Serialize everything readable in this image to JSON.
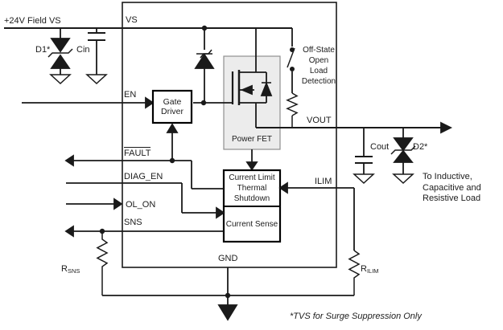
{
  "rail": {
    "label": "+24V Field VS"
  },
  "pins": {
    "vs": "VS",
    "en": "EN",
    "fault": "FAULT",
    "diag_en": "DIAG_EN",
    "ol_on": "OL_ON",
    "sns": "SNS",
    "gnd": "GND",
    "vout": "VOUT",
    "ilim": "ILIM"
  },
  "blocks": {
    "gate_driver": {
      "line1": "Gate",
      "line2": "Driver"
    },
    "power_fet": {
      "label": "Power FET"
    },
    "current_limit": {
      "line1": "Current Limit",
      "line2": "Thermal",
      "line3": "Shutdown"
    },
    "current_sense": {
      "label": "Current Sense"
    },
    "off_state": {
      "line1": "Off-State",
      "line2": "Open",
      "line3": "Load",
      "line4": "Detection"
    }
  },
  "components": {
    "d1": {
      "label": "D1*"
    },
    "cin": {
      "label": "Cin"
    },
    "cout": {
      "label": "Cout"
    },
    "d2": {
      "label": "D2*"
    },
    "r_sns": {
      "label": "R",
      "sub": "SNS"
    },
    "r_ilim": {
      "label": "R",
      "sub": "ILIM"
    }
  },
  "annotations": {
    "load_line1": "To Inductive,",
    "load_line2": "Capacitive and",
    "load_line3": "Resistive Load",
    "note": "*TVS for Surge Suppression Only"
  },
  "colors": {
    "wire": "#1a1a1a",
    "fet_fill": "#ececec",
    "fet_border": "#8f8f8f",
    "block_border": "#000000",
    "background": "#ffffff"
  }
}
